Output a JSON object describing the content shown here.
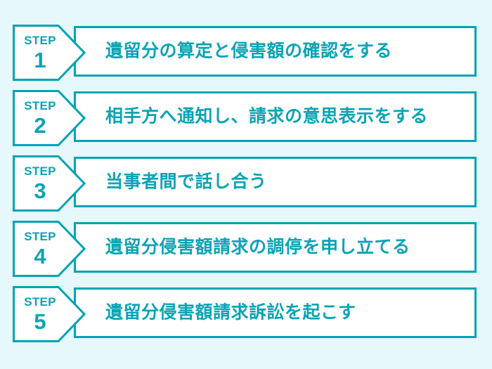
{
  "theme": {
    "background_color": "#E6F8FB",
    "accent_color": "#0BA3B5",
    "border_color": "#00A3B4",
    "box_fill_color": "#FFFFFF"
  },
  "diagram": {
    "type": "step-flow",
    "step_word": "STEP",
    "steps": [
      {
        "number": "1",
        "step_word": "STEP",
        "label": "遺留分の算定と侵害額の確認をする"
      },
      {
        "number": "2",
        "step_word": "STEP",
        "label": "相手方へ通知し、請求の意思表示をする"
      },
      {
        "number": "3",
        "step_word": "STEP",
        "label": "当事者間で話し合う"
      },
      {
        "number": "4",
        "step_word": "STEP",
        "label": "遺留分侵害額請求の調停を申し立てる"
      },
      {
        "number": "5",
        "step_word": "STEP",
        "label": "遺留分侵害額請求訴訟を起こす"
      }
    ]
  }
}
